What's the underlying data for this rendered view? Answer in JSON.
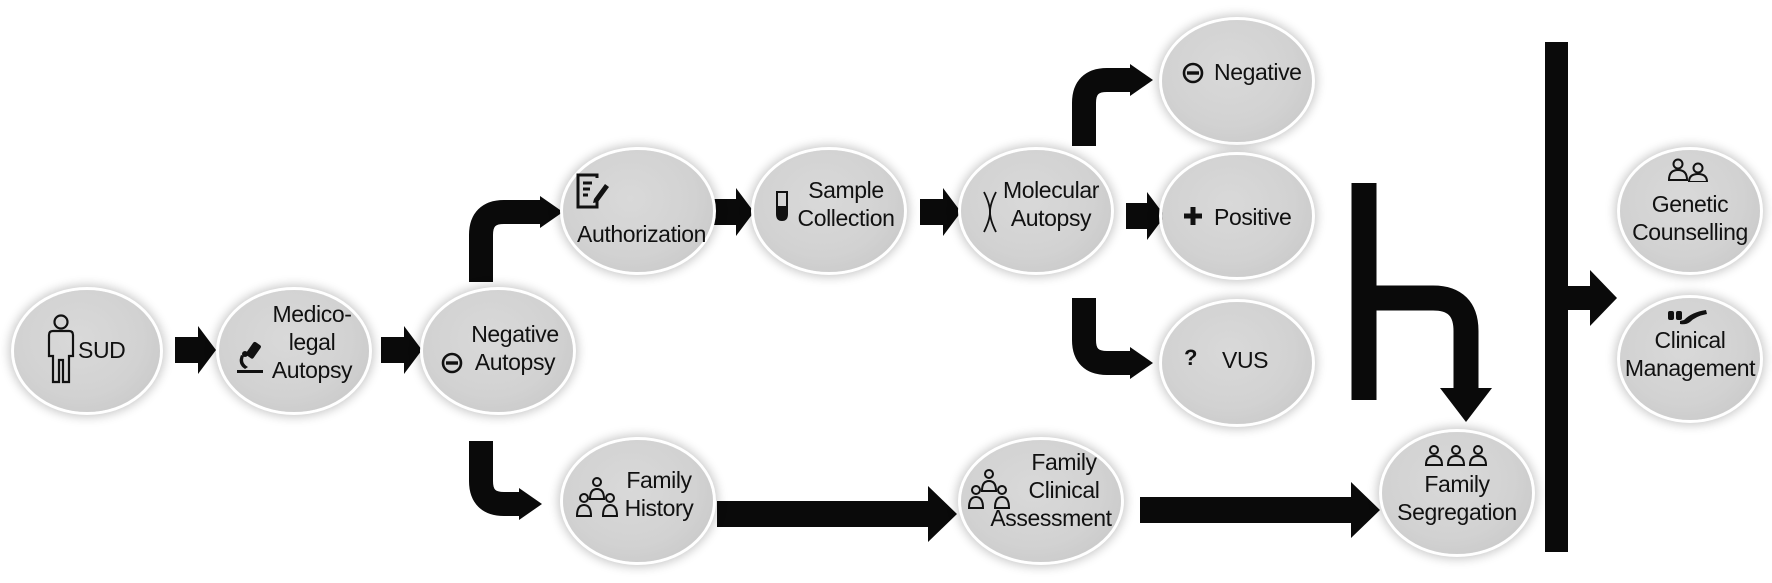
{
  "nodes": {
    "sud": {
      "label": "SUD",
      "icon": "person-icon"
    },
    "medico_legal": {
      "line1": "Medico-",
      "line2": "legal",
      "line3": "Autopsy",
      "icon": "microscope-icon"
    },
    "negative_autopsy": {
      "line1": "Negative",
      "line2": "Autopsy",
      "icon": "minus-circle-icon"
    },
    "authorization": {
      "label": "Authorization",
      "icon": "document-edit-icon"
    },
    "sample_collection": {
      "line1": "Sample",
      "line2": "Collection",
      "icon": "test-tube-icon"
    },
    "molecular_autopsy": {
      "line1": "Molecular",
      "line2": "Autopsy",
      "icon": "chromosome-icon"
    },
    "negative": {
      "label": "Negative",
      "icon": "minus-circle-icon"
    },
    "positive": {
      "label": "Positive",
      "icon": "plus-icon"
    },
    "vus": {
      "label": "VUS",
      "icon": "question-mark-icon"
    },
    "family_history": {
      "line1": "Family",
      "line2": "History",
      "icon": "family-icon"
    },
    "family_clinical_assessment": {
      "line1": "Family",
      "line2": "Clinical",
      "line3": "Assessment",
      "icon": "family-icon"
    },
    "family_segregation": {
      "line1": "Family",
      "line2": "Segregation",
      "icon": "group-icon"
    },
    "genetic_counselling": {
      "line1": "Genetic",
      "line2": "Counselling",
      "icon": "two-people-icon"
    },
    "clinical_management": {
      "line1": "Clinical",
      "line2": "Management",
      "icon": "hand-pills-icon"
    }
  },
  "colors": {
    "node_fill": "#d4d4d4",
    "arrow": "#0a0a0a",
    "text": "#111111"
  }
}
